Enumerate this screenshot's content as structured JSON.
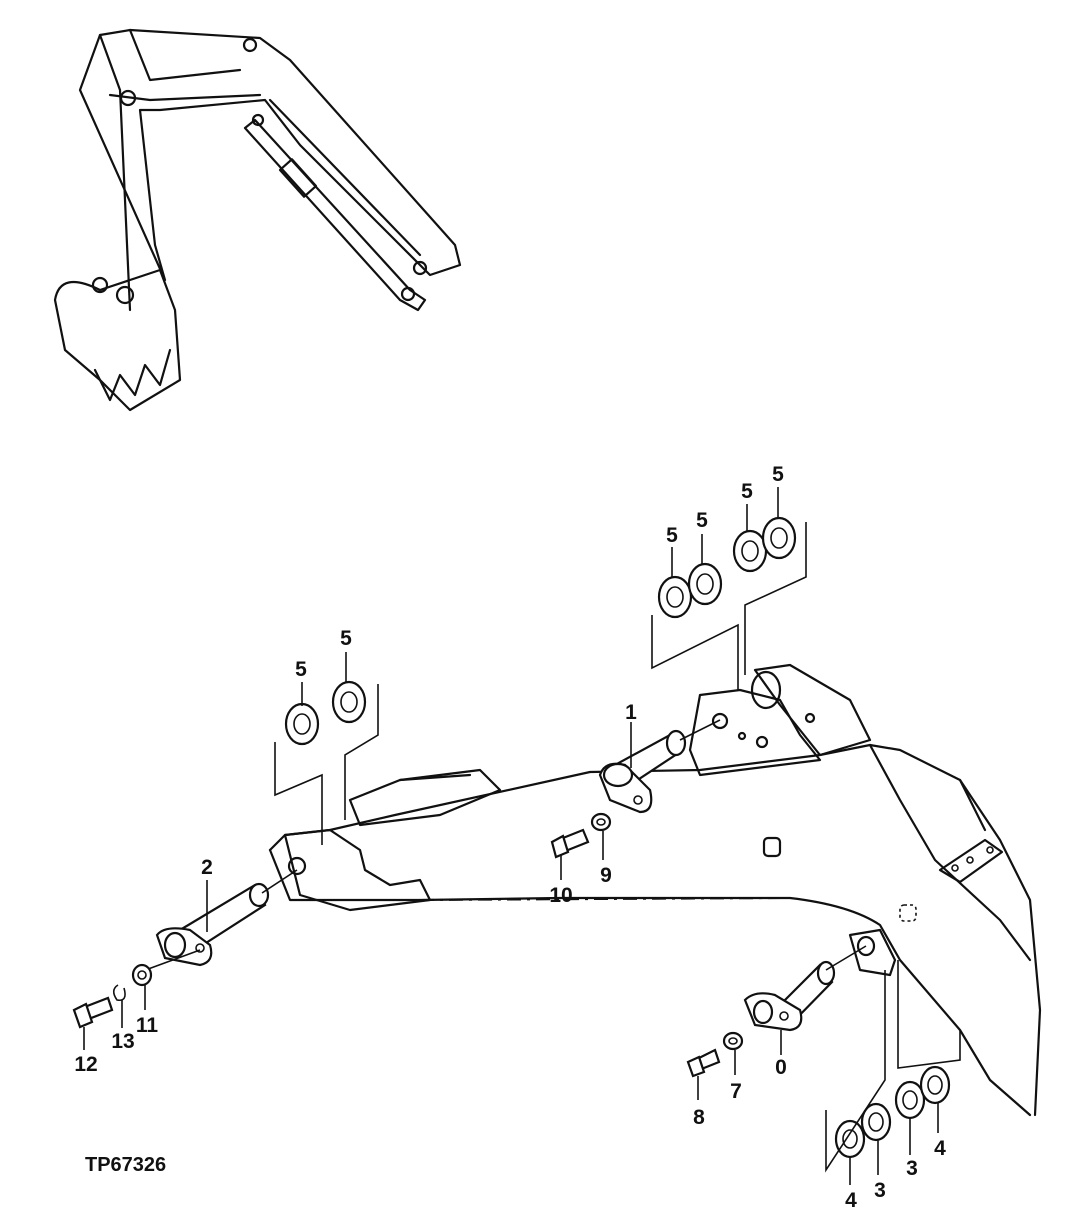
{
  "figure_code": "TP67326",
  "callouts": {
    "c0": "0",
    "c1": "1",
    "c2": "2",
    "c3a": "3",
    "c3b": "3",
    "c4a": "4",
    "c4b": "4",
    "c5a": "5",
    "c5b": "5",
    "c5c": "5",
    "c5d": "5",
    "c5e": "5",
    "c5f": "5",
    "c7": "7",
    "c8": "8",
    "c9": "9",
    "c10": "10",
    "c11": "11",
    "c12": "12",
    "c13": "13"
  }
}
